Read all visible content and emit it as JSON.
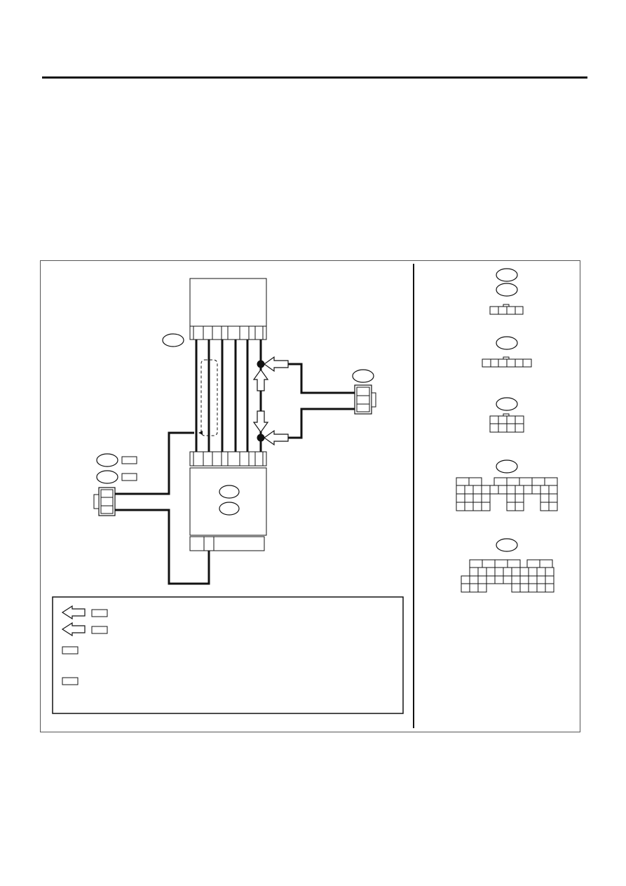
{
  "page": {
    "background": "#ffffff",
    "line_color": "#111111",
    "frame_color": "#555555"
  },
  "diagram": {
    "text_labels": [],
    "legend": {
      "rows": [
        {
          "symbol": "arrow-with-tag",
          "text": ""
        },
        {
          "symbol": "arrow-with-tag",
          "text": ""
        },
        {
          "symbol": "tag",
          "text": ""
        },
        {
          "symbol": "tag",
          "text": ""
        }
      ]
    },
    "connector_views": [
      {
        "name": "connector-view-1",
        "callouts": 2
      },
      {
        "name": "connector-view-2",
        "callouts": 1
      },
      {
        "name": "connector-view-3",
        "callouts": 1
      },
      {
        "name": "connector-view-4",
        "callouts": 1
      },
      {
        "name": "connector-view-5",
        "callouts": 1
      }
    ]
  }
}
